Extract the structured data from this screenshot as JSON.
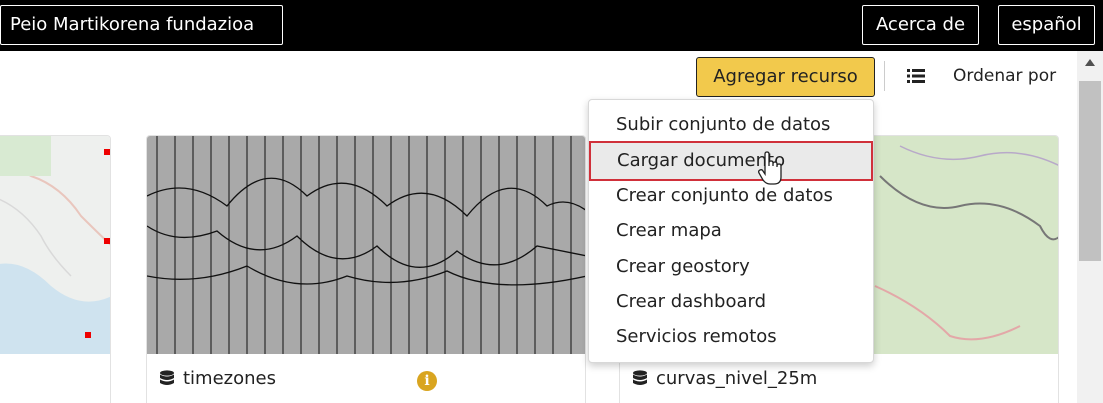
{
  "header": {
    "brand": "Peio Martikorena fundazioa",
    "about": "Acerca de",
    "language": "español"
  },
  "toolbar": {
    "add_resource": "Agregar recurso",
    "sort_by": "Ordenar por",
    "view_icon": "list-icon"
  },
  "dropdown": {
    "items": [
      "Subir conjunto de datos",
      "Cargar documento",
      "Crear conjunto de datos",
      "Crear mapa",
      "Crear geostory",
      "Crear dashboard",
      "Servicios remotos"
    ],
    "highlighted": "Cargar documento",
    "highlight_color": "#d0303a"
  },
  "cards": [
    {
      "title": "",
      "icon": "map-thumbnail"
    },
    {
      "title": "timezones",
      "icon": "database-icon",
      "info": "i"
    },
    {
      "title": "curvas_nivel_25m",
      "icon": "database-icon"
    }
  ],
  "colors": {
    "topbar": "#000000",
    "accent_button": "#f2c94c",
    "info_icon": "#d9a520"
  }
}
